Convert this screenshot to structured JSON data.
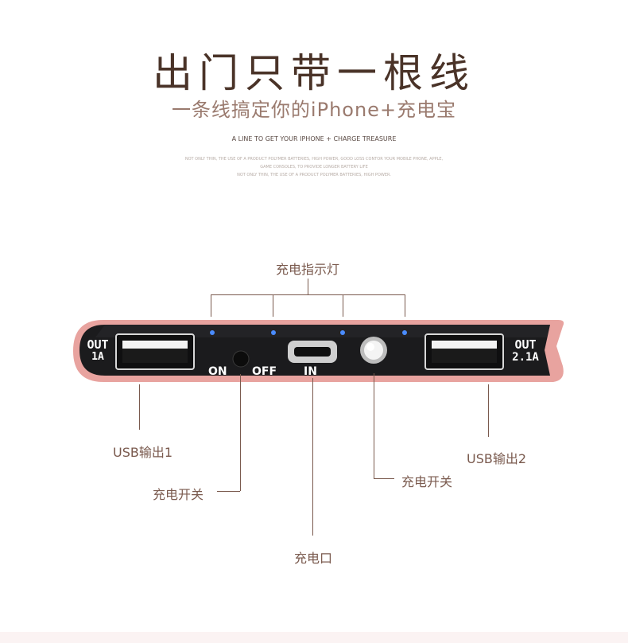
{
  "heading": {
    "title": "出门只带一根线",
    "subtitle": "一条线搞定你的iPhone+充电宝",
    "english": "A LINE TO GET YOUR IPHONE + CHARGE TREASURE",
    "small_text_1": "NOT ONLY THIN, THE USE OF A PRODUCT POLYMER BATTERIES, HIGH POWER, GOOD LOSS CONTOR YOUR MOBILE PHONE, APPLE,",
    "small_text_2": "GAME CONSOLES, TO PROVIDE LONGER BATTERY LIFE",
    "small_text_3": "NOT ONLY THIN, THE USE OF A PRODUCT POLYMER BATTERIES, HIGH POWER."
  },
  "device": {
    "out1_label": "OUT",
    "out1_current": "1A",
    "out2_label": "OUT",
    "out2_current": "2.1A",
    "on_label": "ON",
    "off_label": "OFF",
    "in_label": "IN",
    "body_color": "#1b1b1d",
    "shell_color": "#e8a39f",
    "led_color": "#4a8cff"
  },
  "callouts": {
    "indicator": "充电指示灯",
    "usb1": "USB输出1",
    "switch_left": "充电开关",
    "port": "充电口",
    "switch_right": "充电开关",
    "usb2": "USB输出2"
  }
}
